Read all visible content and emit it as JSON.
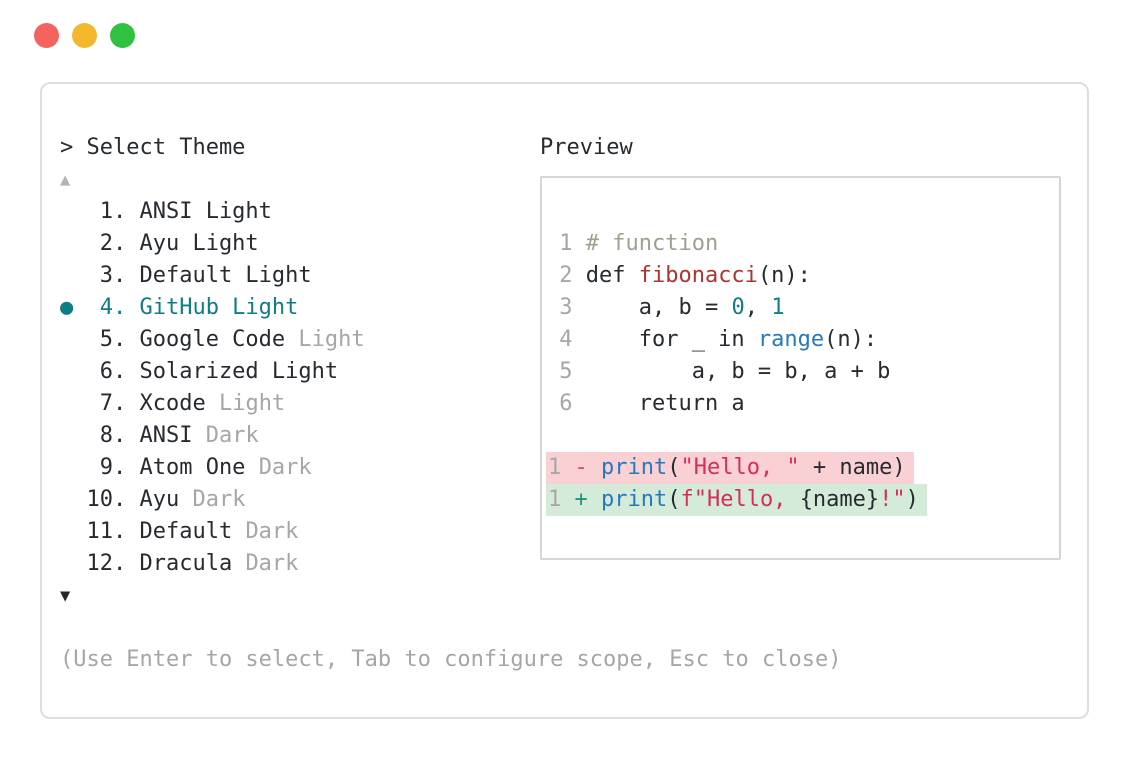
{
  "colors": {
    "text_dark": "#262b31",
    "text_gray": "#a6a6a6",
    "arrow_gray": "#b3b3b3",
    "teal": "#0f7d84",
    "comment": "#9da28f",
    "func_red": "#ae352e",
    "builtin_blue": "#2579bc",
    "string_red": "#d62f55",
    "diff_minus": "#d64a5f",
    "diff_plus": "#1d9480",
    "del_bg": "#f9d0d3",
    "add_bg": "#d5ebda",
    "traffic_close": "#f4635c",
    "traffic_minimize": "#f3b72d",
    "traffic_zoom": "#2fc240"
  },
  "window": {
    "controls": [
      {
        "name": "close-button",
        "color_key": "traffic_close"
      },
      {
        "name": "minimize-button",
        "color_key": "traffic_minimize"
      },
      {
        "name": "zoom-button",
        "color_key": "traffic_zoom"
      }
    ]
  },
  "theme_picker": {
    "prompt": "> Select Theme",
    "scroll_up_icon": "▲",
    "scroll_down_icon": "▼",
    "items": [
      {
        "num": "1",
        "name": "ANSI Light",
        "suffix": "",
        "selected": false
      },
      {
        "num": "2",
        "name": "Ayu Light",
        "suffix": "",
        "selected": false
      },
      {
        "num": "3",
        "name": "Default Light",
        "suffix": "",
        "selected": false
      },
      {
        "num": "4",
        "name": "GitHub Light",
        "suffix": "",
        "selected": true
      },
      {
        "num": "5",
        "name": "Google Code",
        "suffix": "Light",
        "selected": false
      },
      {
        "num": "6",
        "name": "Solarized Light",
        "suffix": "",
        "selected": false
      },
      {
        "num": "7",
        "name": "Xcode",
        "suffix": "Light",
        "selected": false
      },
      {
        "num": "8",
        "name": "ANSI",
        "suffix": "Dark",
        "selected": false
      },
      {
        "num": "9",
        "name": "Atom One",
        "suffix": "Dark",
        "selected": false
      },
      {
        "num": "10",
        "name": "Ayu",
        "suffix": "Dark",
        "selected": false
      },
      {
        "num": "11",
        "name": "Default",
        "suffix": "Dark",
        "selected": false
      },
      {
        "num": "12",
        "name": "Dracula",
        "suffix": "Dark",
        "selected": false
      }
    ],
    "selected_bullet_icon": "●",
    "footer": "(Use Enter to select, Tab to configure scope, Esc to close)"
  },
  "preview": {
    "label": "Preview",
    "rows": [
      {
        "type": "code",
        "num": "1",
        "tokens": [
          {
            "t": "# function",
            "c": "comment"
          }
        ]
      },
      {
        "type": "code",
        "num": "2",
        "tokens": [
          {
            "t": "def ",
            "c": "code"
          },
          {
            "t": "fibonacci",
            "c": "func"
          },
          {
            "t": "(n):",
            "c": "code"
          }
        ]
      },
      {
        "type": "code",
        "num": "3",
        "tokens": [
          {
            "t": "    a, b = ",
            "c": "code"
          },
          {
            "t": "0",
            "c": "num"
          },
          {
            "t": ", ",
            "c": "code"
          },
          {
            "t": "1",
            "c": "num"
          }
        ]
      },
      {
        "type": "code",
        "num": "4",
        "tokens": [
          {
            "t": "    for _ in ",
            "c": "code"
          },
          {
            "t": "range",
            "c": "builtin"
          },
          {
            "t": "(n):",
            "c": "code"
          }
        ]
      },
      {
        "type": "code",
        "num": "5",
        "tokens": [
          {
            "t": "        a, b = b, a + b",
            "c": "code"
          }
        ]
      },
      {
        "type": "code",
        "num": "6",
        "tokens": [
          {
            "t": "    return a",
            "c": "code"
          }
        ]
      },
      {
        "type": "blank"
      },
      {
        "type": "del",
        "num": "1",
        "sign": "-",
        "tokens": [
          {
            "t": "print",
            "c": "builtin"
          },
          {
            "t": "(",
            "c": "code"
          },
          {
            "t": "\"Hello, \"",
            "c": "string"
          },
          {
            "t": " + name)",
            "c": "code"
          }
        ]
      },
      {
        "type": "add",
        "num": "1",
        "sign": "+",
        "tokens": [
          {
            "t": "print",
            "c": "builtin"
          },
          {
            "t": "(",
            "c": "code"
          },
          {
            "t": "f\"Hello, ",
            "c": "string"
          },
          {
            "t": "{name}",
            "c": "code"
          },
          {
            "t": "!\"",
            "c": "string"
          },
          {
            "t": ")",
            "c": "code"
          }
        ]
      }
    ]
  }
}
